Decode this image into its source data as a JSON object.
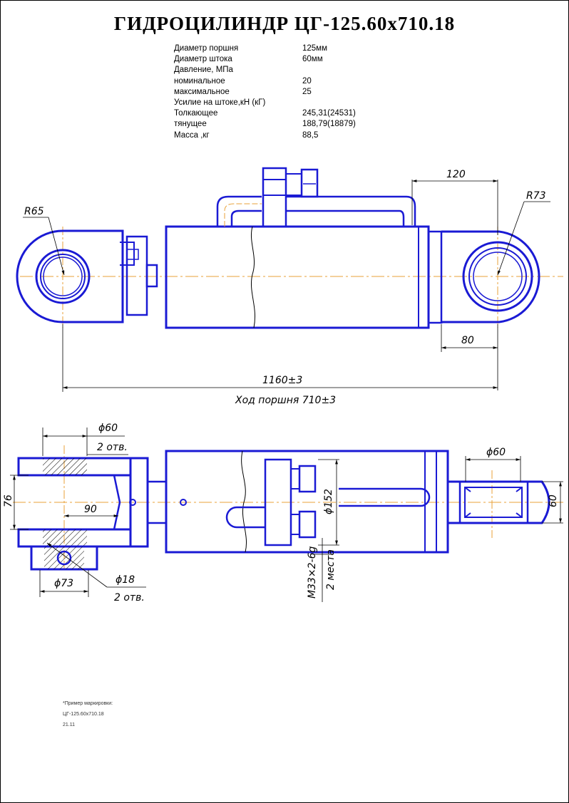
{
  "title": "ГИДРОЦИЛИНДР  ЦГ-125.60х710.18",
  "specs": [
    {
      "label": "Диаметр поршня",
      "value": "125мм"
    },
    {
      "label": "Диаметр штока",
      "value": "60мм"
    },
    {
      "label": "Давление, МПа",
      "value": ""
    },
    {
      "label": "номинальное",
      "value": "20"
    },
    {
      "label": "максимальное",
      "value": "25"
    },
    {
      "label": "Усилие на штоке,кН (кГ)",
      "value": ""
    },
    {
      "label": "Толкающее",
      "value": "245,31(24531)"
    },
    {
      "label": "тянущее",
      "value": "188,79(18879)"
    },
    {
      "label": "Масса ,кг",
      "value": "88,5"
    }
  ],
  "dimensions": {
    "r65": "R65",
    "r73": "R73",
    "d120": "120",
    "d80": "80",
    "total": "1160±3",
    "stroke": "Ход поршня 710±3",
    "phi60_top": "ϕ60",
    "holes2_a": "2 отв.",
    "d76": "76",
    "d90": "90",
    "phi18": "ϕ18",
    "phi73": "ϕ73",
    "holes2_b": "2 отв.",
    "phi152": "ϕ152",
    "m33": "М33×2-6g",
    "places2": "2 места",
    "phi60_right": "ϕ60",
    "d60": "60"
  },
  "notes": {
    "line1": "*Пример маркировки:",
    "line2": "ЦГ-125.60х710.18",
    "line3": "21.11"
  },
  "colors": {
    "outline": "#1a1ad4",
    "axis": "#e8a23a",
    "dimension": "#000000"
  }
}
